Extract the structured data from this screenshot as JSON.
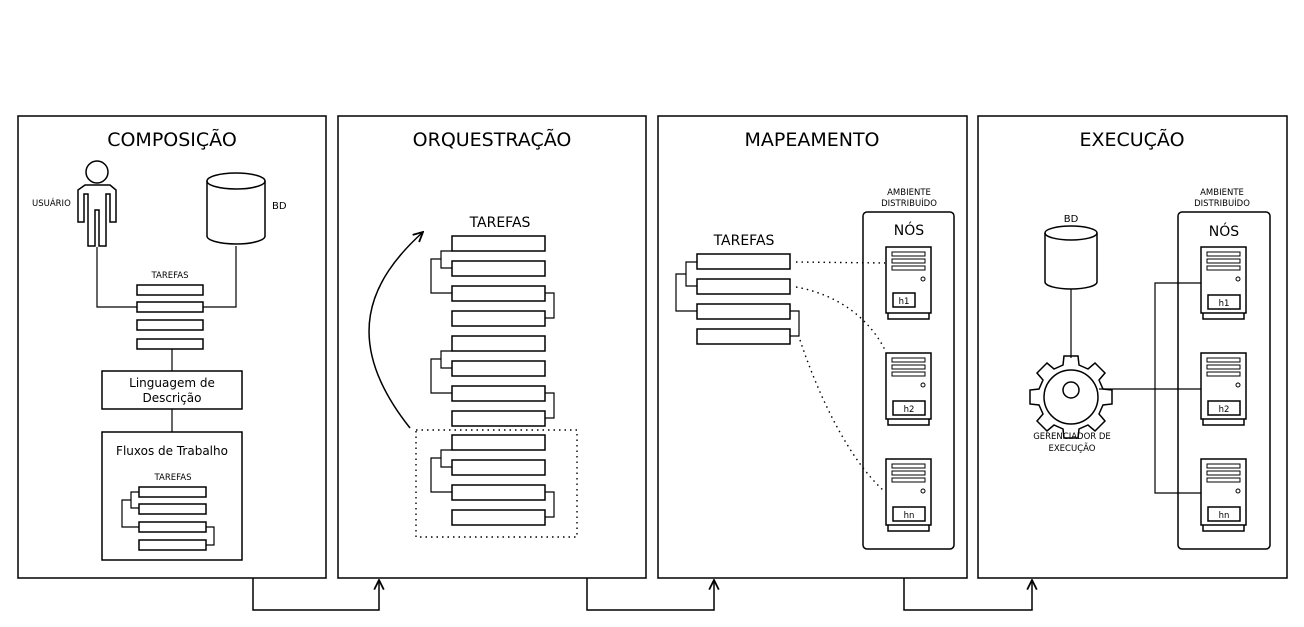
{
  "panels": [
    {
      "title": "COMPOSIÇÃO"
    },
    {
      "title": "ORQUESTRAÇÃO"
    },
    {
      "title": "MAPEAMENTO"
    },
    {
      "title": "EXECUÇÃO"
    }
  ],
  "composicao": {
    "user_label": "USUÁRIO",
    "db_label": "BD",
    "tasks_label": "TAREFAS",
    "language_line1": "Linguagem de",
    "language_line2": "Descrição",
    "workflows_label": "Fluxos de Trabalho",
    "workflows_tasks_label": "TAREFAS"
  },
  "orquestracao": {
    "tasks_label": "TAREFAS"
  },
  "mapeamento": {
    "tasks_label": "TAREFAS",
    "env_line1": "AMBIENTE",
    "env_line2": "DISTRIBUÍDO",
    "nodes_label": "NÓS",
    "nodes": [
      "h1",
      "h2",
      "hn"
    ]
  },
  "execucao": {
    "db_label": "BD",
    "manager_line1": "GERENCIADOR DE",
    "manager_line2": "EXECUÇÃO",
    "env_line1": "AMBIENTE",
    "env_line2": "DISTRIBUÍDO",
    "nodes_label": "NÓS",
    "nodes": [
      "h1",
      "h2",
      "hn"
    ]
  }
}
